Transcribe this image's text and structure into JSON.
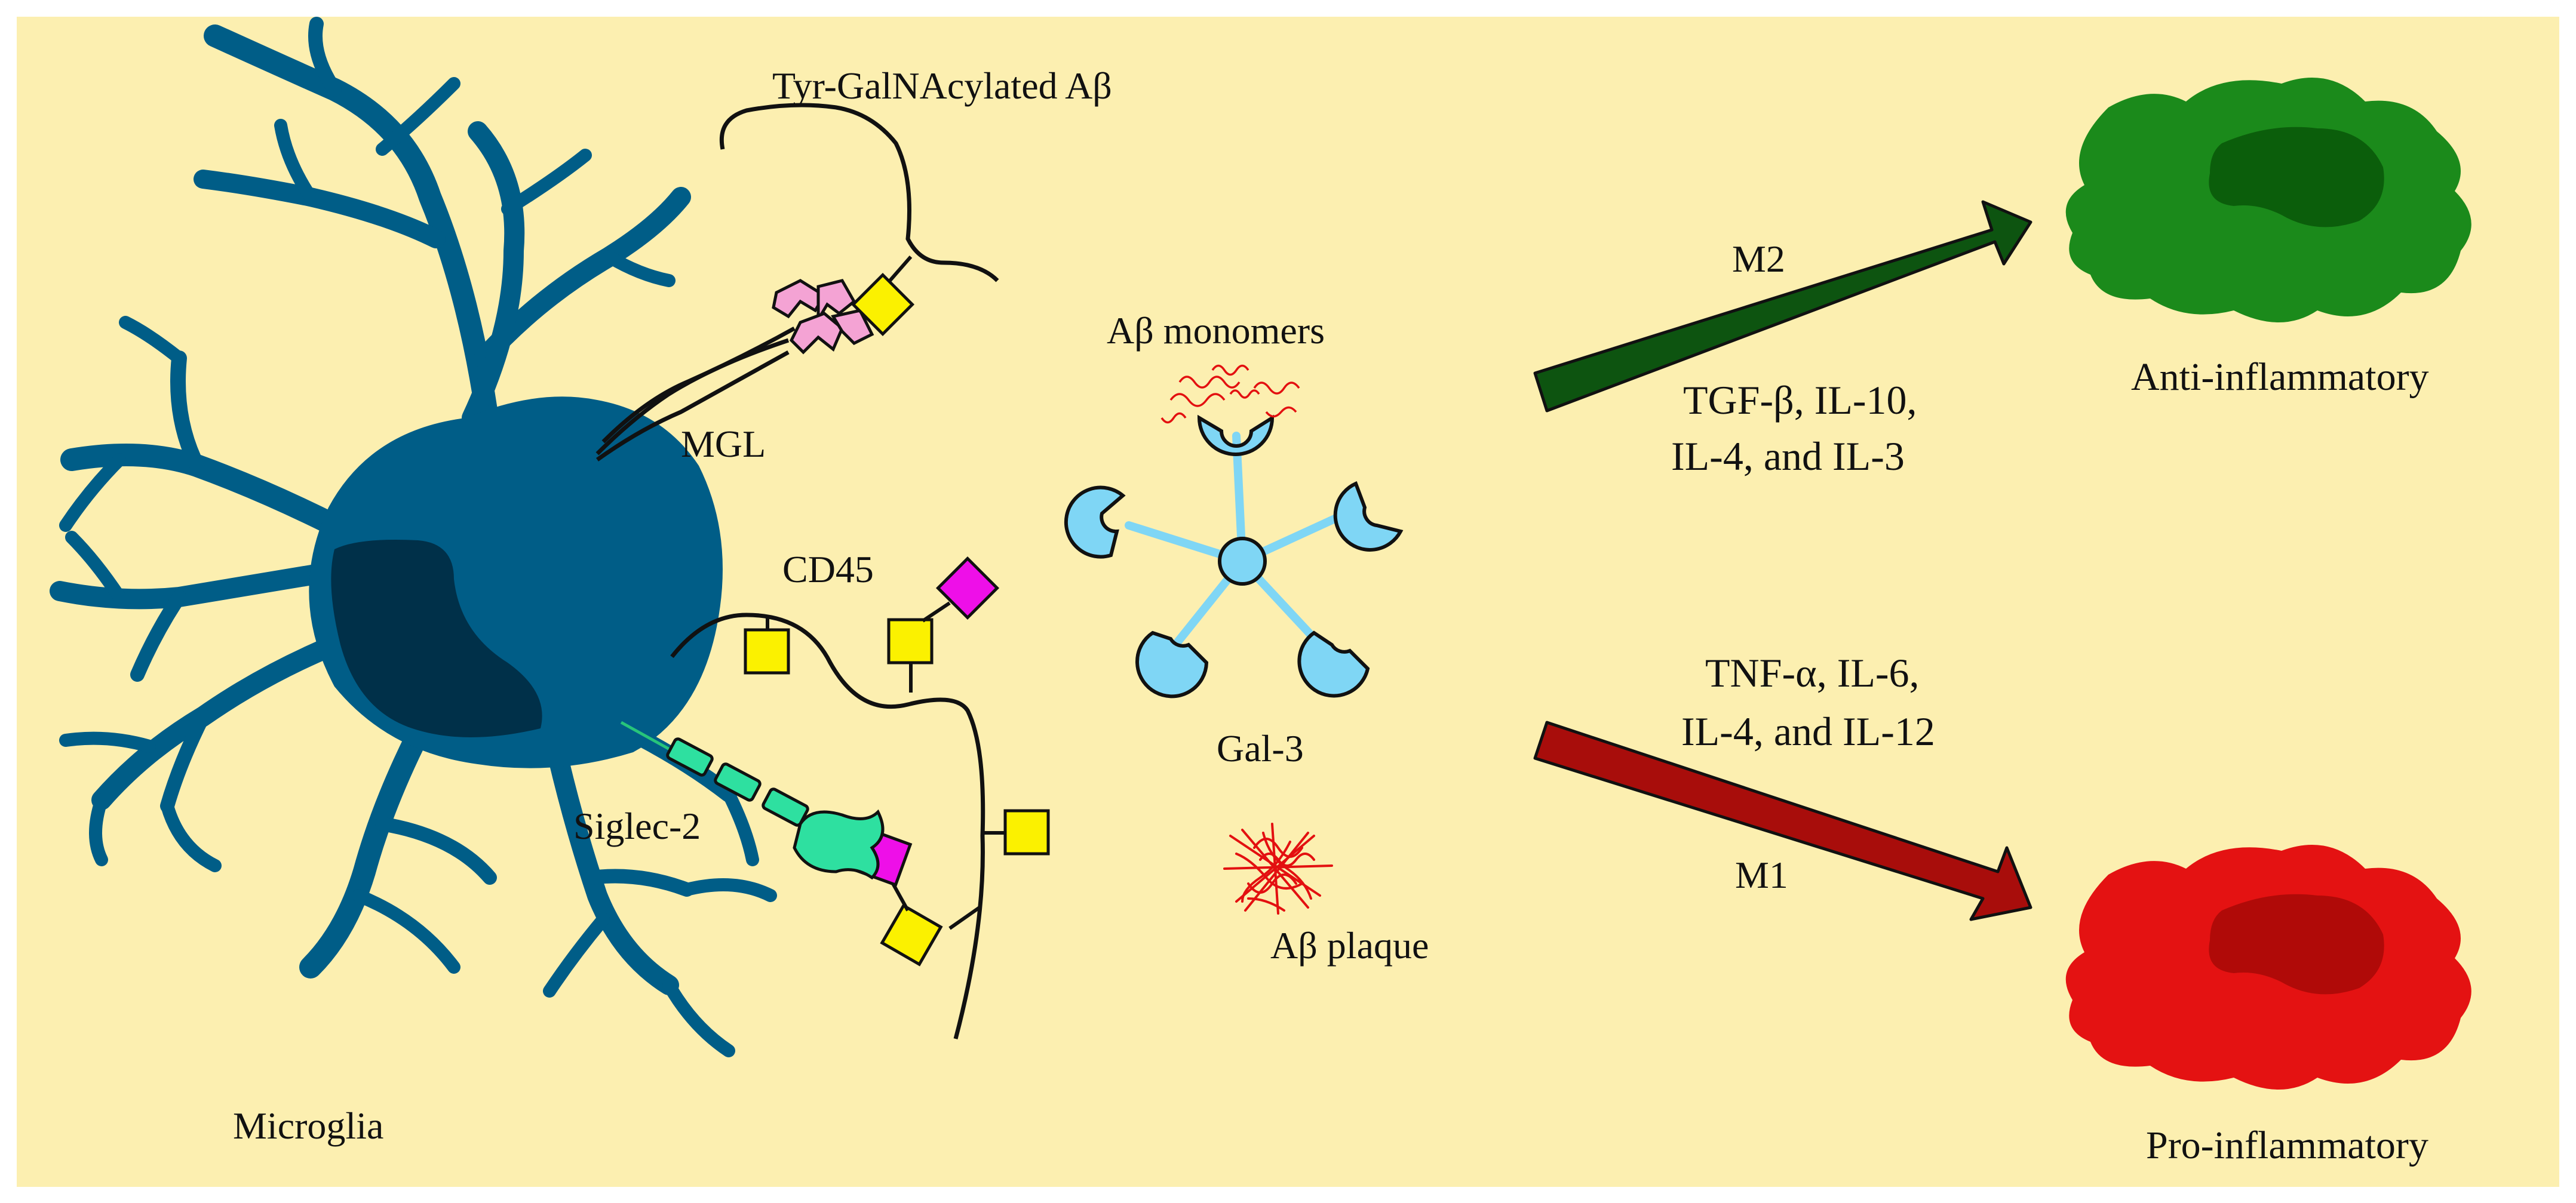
{
  "labels": {
    "microglia": "Microglia",
    "tyr_galnac": "Tyr-GalNAcylated Aβ",
    "mgl": "MGL",
    "cd45": "CD45",
    "siglec2": "Siglec-2",
    "ab_monomers": "Aβ monomers",
    "gal3": "Gal-3",
    "ab_plaque": "Aβ plaque",
    "m2": "M2",
    "m2_cytokines_line1": "TGF-β, IL-10,",
    "m2_cytokines_line2": "IL-4, and IL-3",
    "m1_cytokines_line1": "TNF-α, IL-6,",
    "m1_cytokines_line2": "IL-4, and IL-12",
    "m1": "M1",
    "anti_inflammatory": "Anti-inflammatory",
    "pro_inflammatory": "Pro-inflammatory"
  },
  "colors": {
    "background": "#fcefb0",
    "microglia": "#005d87",
    "microglia_nucleus": "#003049",
    "m2_arrow": "#0d5410",
    "m1_arrow": "#a80d0b",
    "anti_cell": "#1b8a1b",
    "anti_nucleus": "#0b5e0b",
    "pro_cell": "#e41212",
    "pro_nucleus": "#b00a08",
    "galnac_square": "#fbf100",
    "sialic_diamond": "#ee0fe8",
    "gal3": "#7fd6f5",
    "mgl": "#f4a3d4",
    "siglec": "#2ee0a0",
    "plaque": "#e31010"
  }
}
